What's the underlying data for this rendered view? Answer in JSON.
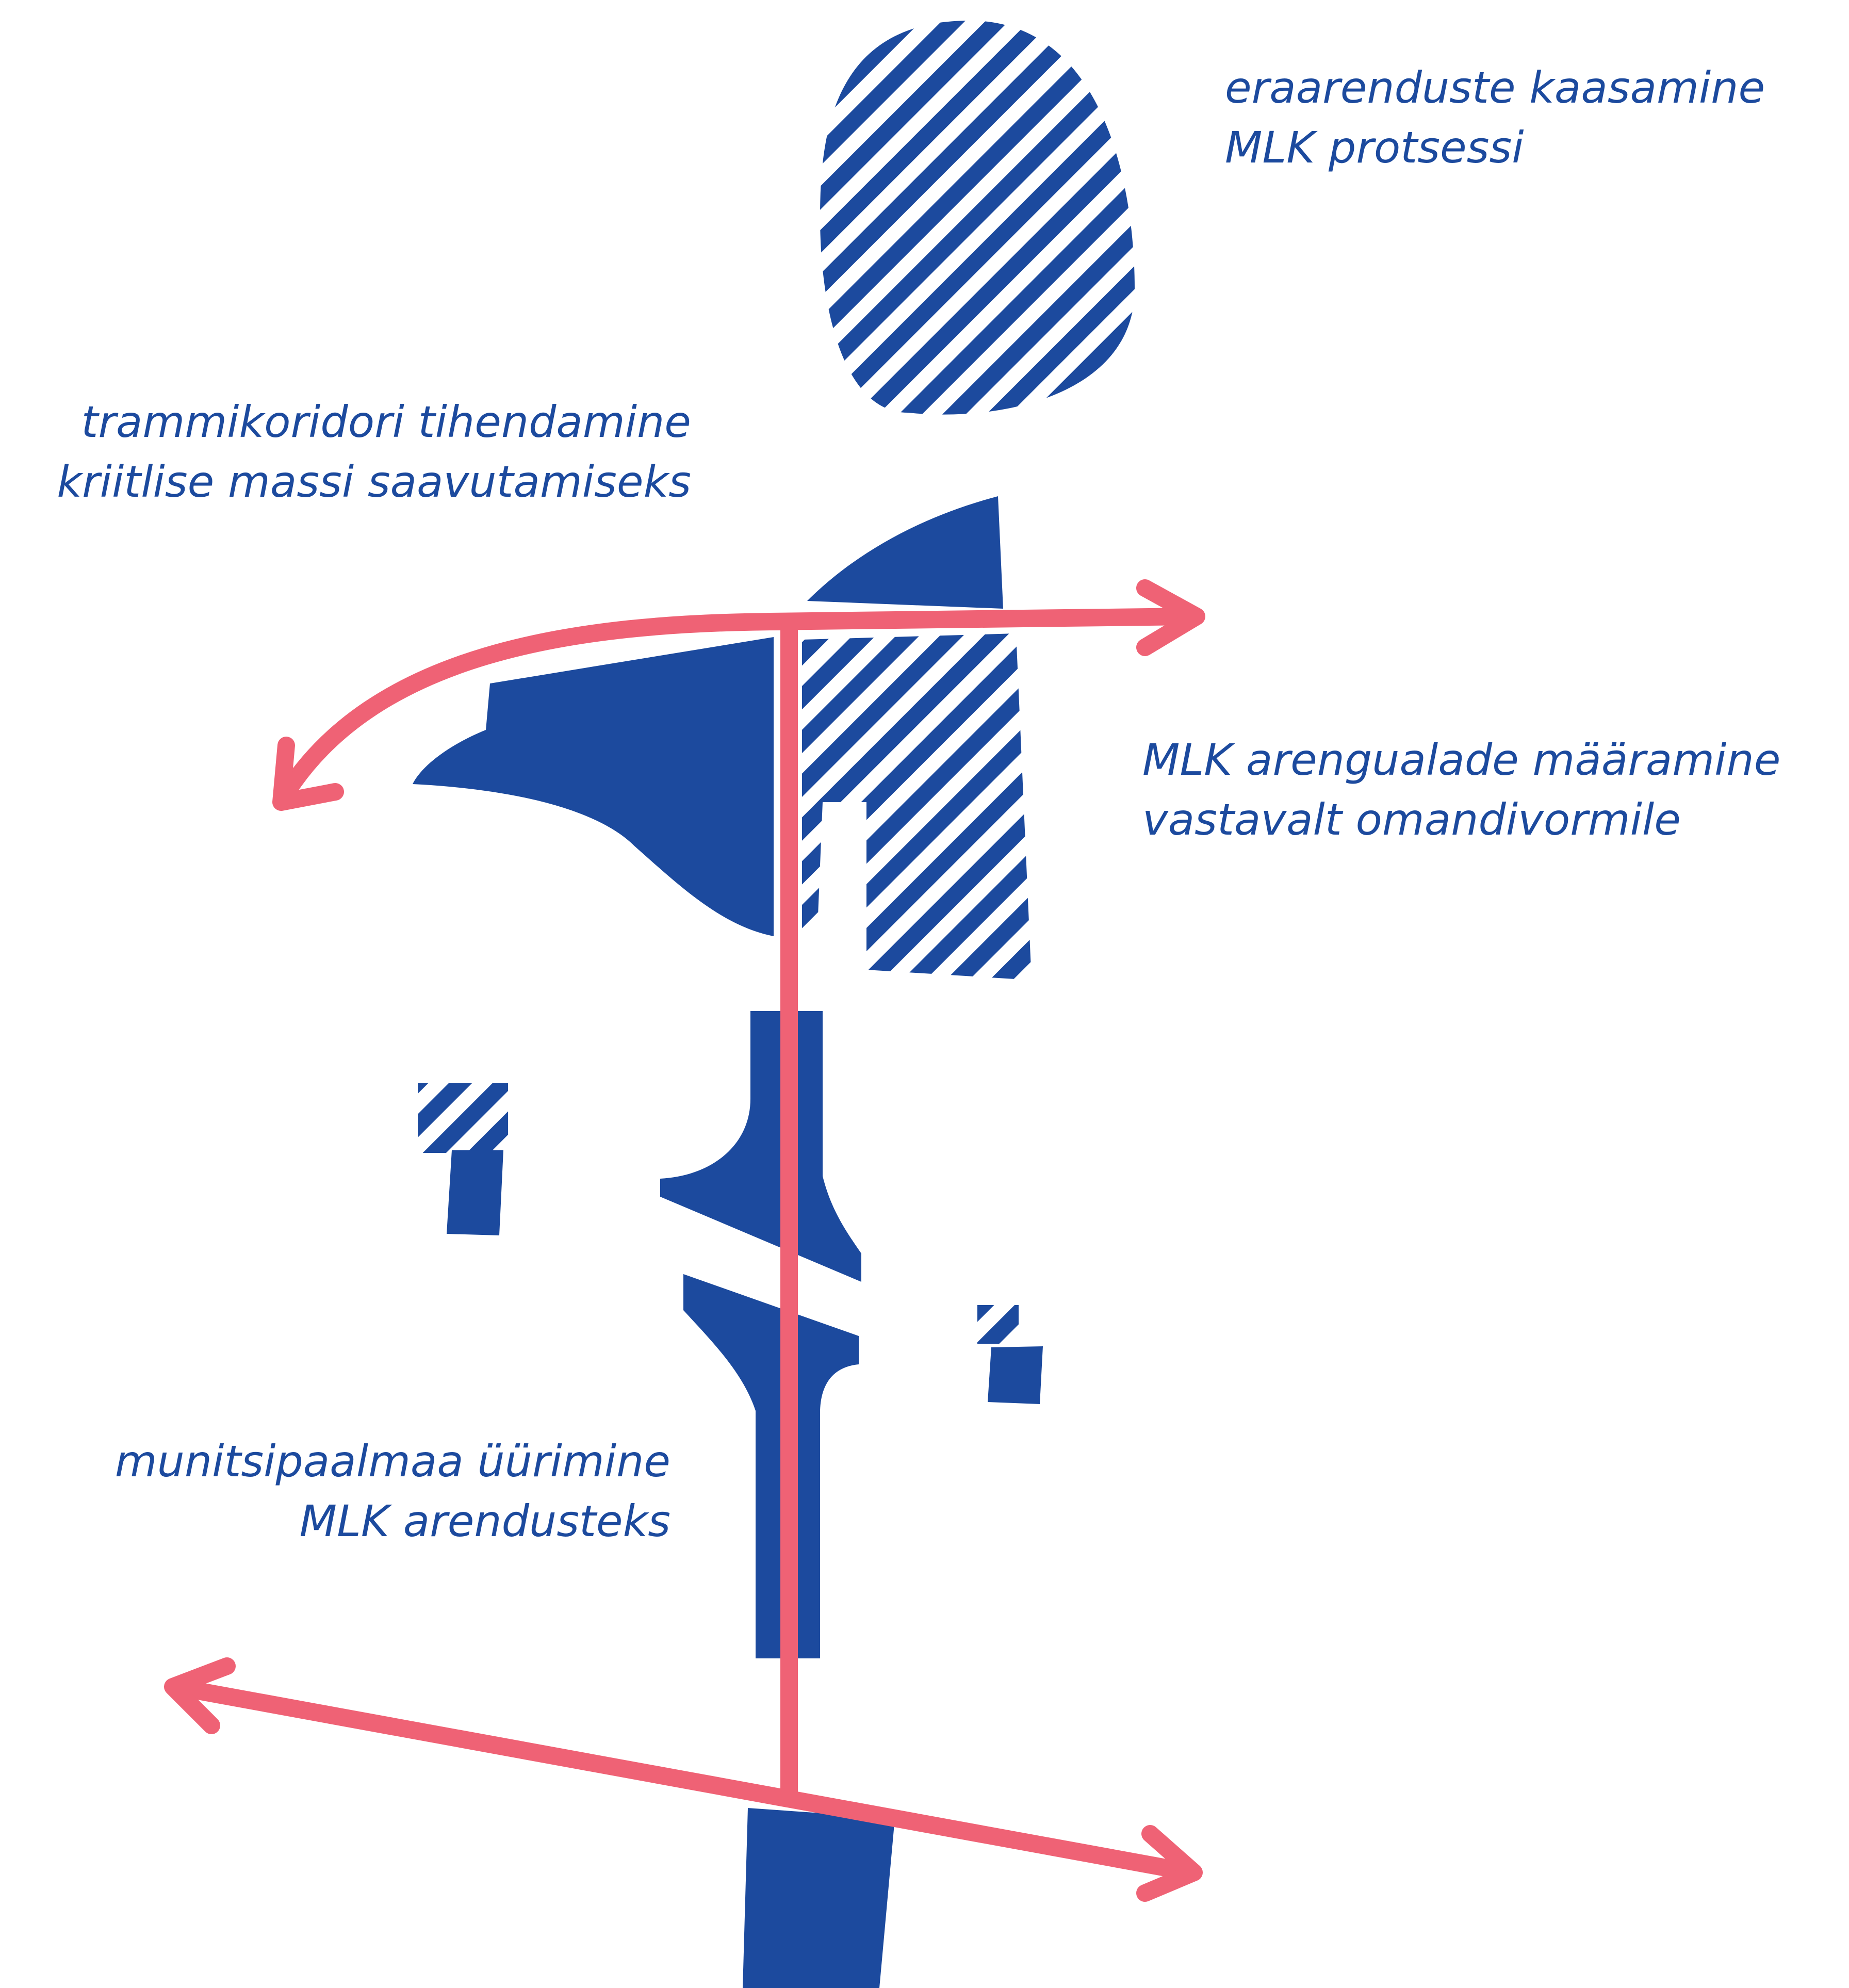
{
  "colors": {
    "blue": "#1c4a9e",
    "red": "#ef6275",
    "background": "#ffffff"
  },
  "labels": {
    "private_dev": {
      "line1": "eraarenduste kaasamine",
      "line2": "MLK protsessi"
    },
    "tram_corridor": {
      "line1": "trammikoridori tihendamine",
      "line2": "kriitlise massi saavutamiseks"
    },
    "mlk_areas": {
      "line1": "MLK arengualade määramine",
      "line2": "vastavalt omandivormile"
    },
    "municipal_land": {
      "line1": "munitsipaalmaa üürimine",
      "line2": "MLK arendusteks"
    }
  }
}
